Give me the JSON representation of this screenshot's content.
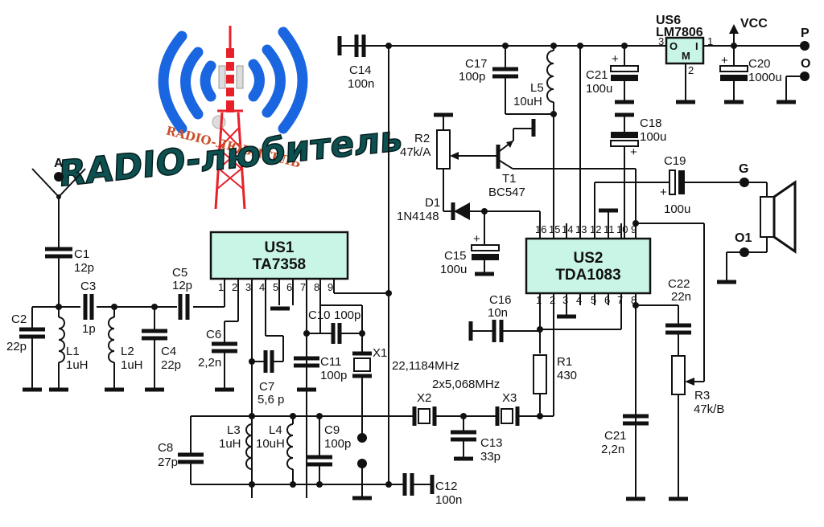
{
  "logo": {
    "main_text": "RADIO-любитель",
    "sub_text": "RADIO-ЛЮБИТЕЛЬ",
    "wave_color": "#1a66e0",
    "tower_color": "#e8202a",
    "main_color": "#0e5050"
  },
  "connectors": {
    "antenna": "A",
    "power_p": "P",
    "power_o": "O",
    "speaker_g": "G",
    "speaker_o1": "O1",
    "vcc": "VCC"
  },
  "ics": {
    "us1": {
      "ref": "US1",
      "part": "TA7358",
      "pins": [
        "1",
        "2",
        "3",
        "4",
        "5",
        "6",
        "7",
        "8",
        "9"
      ]
    },
    "us2": {
      "ref": "US2",
      "part": "TDA1083",
      "pins_top": [
        "16",
        "15",
        "14",
        "13",
        "12",
        "11",
        "10",
        "9"
      ],
      "pins_bottom": [
        "1",
        "2",
        "3",
        "4",
        "5",
        "6",
        "7",
        "8"
      ]
    },
    "us6": {
      "ref": "US6",
      "part": "LM7806",
      "pin_in": "1",
      "pin_out": "3",
      "pin_gnd": "2",
      "mark_o": "O",
      "mark_i": "I",
      "mark_m": "M"
    }
  },
  "components": {
    "C1": {
      "ref": "C1",
      "value": "12p"
    },
    "C2": {
      "ref": "C2",
      "value": "22p"
    },
    "C3": {
      "ref": "C3",
      "value": "1p"
    },
    "C4": {
      "ref": "C4",
      "value": "22p"
    },
    "C5": {
      "ref": "C5",
      "value": "12p"
    },
    "C6": {
      "ref": "C6",
      "value": "2,2n"
    },
    "C7": {
      "ref": "C7",
      "value": "5,6 p"
    },
    "C8": {
      "ref": "C8",
      "value": "27p"
    },
    "C9": {
      "ref": "C9",
      "value": "100p"
    },
    "C10": {
      "ref": "C10",
      "value": "100p"
    },
    "C11": {
      "ref": "C11",
      "value": "100p"
    },
    "C12": {
      "ref": "C12",
      "value": "100n"
    },
    "C13": {
      "ref": "C13",
      "value": "33p"
    },
    "C14": {
      "ref": "C14",
      "value": "100n"
    },
    "C15": {
      "ref": "C15",
      "value": "100u"
    },
    "C16": {
      "ref": "C16",
      "value": "10n"
    },
    "C17": {
      "ref": "C17",
      "value": "100p"
    },
    "C18": {
      "ref": "C18",
      "value": "100u"
    },
    "C19": {
      "ref": "C19",
      "value": "100u"
    },
    "C20": {
      "ref": "C20",
      "value": "1000u"
    },
    "C21a": {
      "ref": "C21",
      "value": "100u"
    },
    "C21b": {
      "ref": "C21",
      "value": "2,2n"
    },
    "C22": {
      "ref": "C22",
      "value": "22n"
    },
    "L1": {
      "ref": "L1",
      "value": "1uH"
    },
    "L2": {
      "ref": "L2",
      "value": "1uH"
    },
    "L3": {
      "ref": "L3",
      "value": "1uH"
    },
    "L4": {
      "ref": "L4",
      "value": "10uH"
    },
    "L5": {
      "ref": "L5",
      "value": "10uH"
    },
    "R1": {
      "ref": "R1",
      "value": "430"
    },
    "R2": {
      "ref": "R2",
      "value": "47k/A"
    },
    "R3": {
      "ref": "R3",
      "value": "47k/B"
    },
    "D1": {
      "ref": "D1",
      "value": "1N4148"
    },
    "T1": {
      "ref": "T1",
      "value": "BC547"
    },
    "X1": {
      "ref": "X1",
      "value": "22,1184MHz"
    },
    "X2": {
      "ref": "X2"
    },
    "X3": {
      "ref": "X3"
    },
    "X23_value": "2x5,068MHz"
  },
  "polarity_mark": "+"
}
